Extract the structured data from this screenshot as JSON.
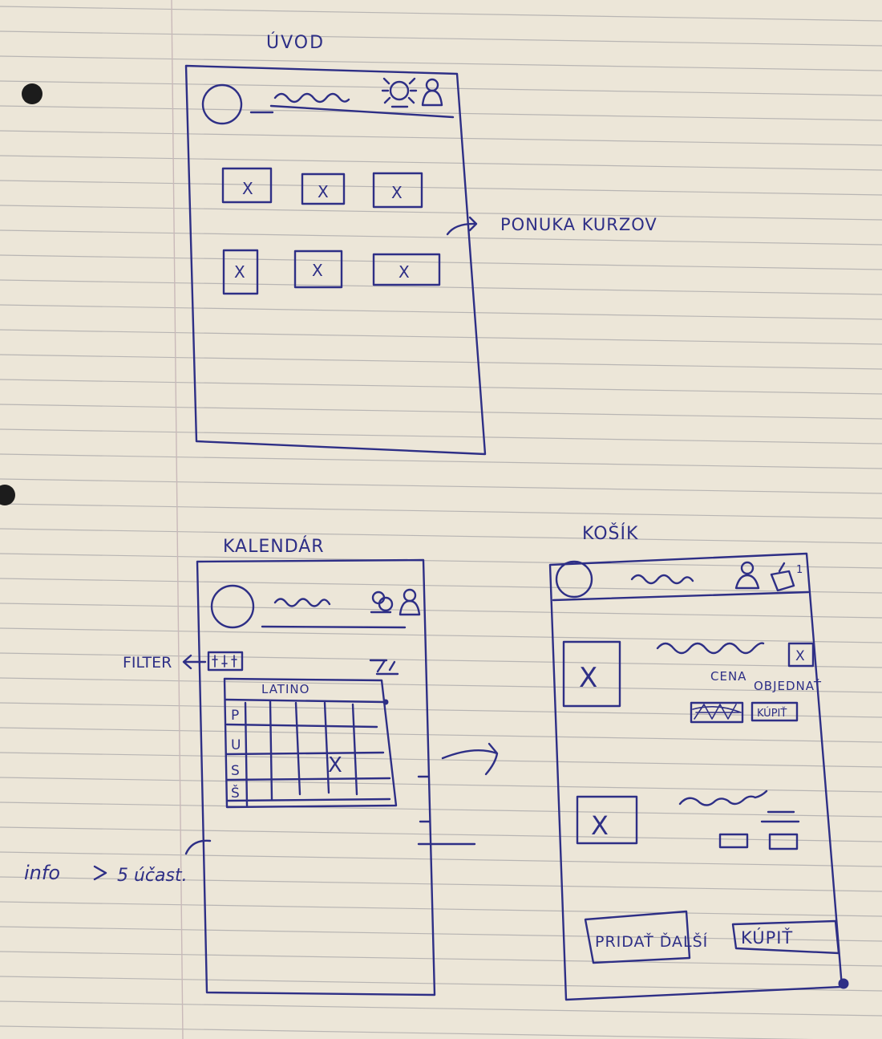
{
  "paper": {
    "background": "#ece6d8",
    "ink_color": "#2e2f86",
    "rule_color": "#b8b5b3"
  },
  "screens": {
    "uvod": {
      "title": "ÚVOD",
      "annotation": "PONUKA KURZOV",
      "course_tiles": [
        "X",
        "X",
        "X",
        "X",
        "X",
        "X"
      ],
      "header_icons": [
        "logo-circle-icon",
        "bug-icon",
        "user-icon"
      ]
    },
    "kalendar": {
      "title": "KALENDÁR",
      "filter_label": "FILTER",
      "calendar_header": "LATINO",
      "day_labels": [
        "P",
        "U",
        "S",
        "Š"
      ],
      "booked_cell_mark": "X",
      "info_note_left": "info",
      "info_note_right": "5 účast.",
      "header_icons": [
        "logo-circle-icon",
        "group-icon",
        "user-icon"
      ]
    },
    "kosik": {
      "title": "KOŠÍK",
      "item_mark": "X",
      "price_label": "CENA",
      "order_label": "OBJEDNAŤ",
      "buy_small_label": "KÚPIŤ",
      "add_more_button": "PRIDAŤ ĎALŠÍ",
      "buy_button": "KÚPIŤ",
      "remove_mark": "X",
      "cart_badge": "1",
      "header_icons": [
        "logo-circle-icon",
        "user-icon",
        "cart-icon"
      ]
    }
  }
}
